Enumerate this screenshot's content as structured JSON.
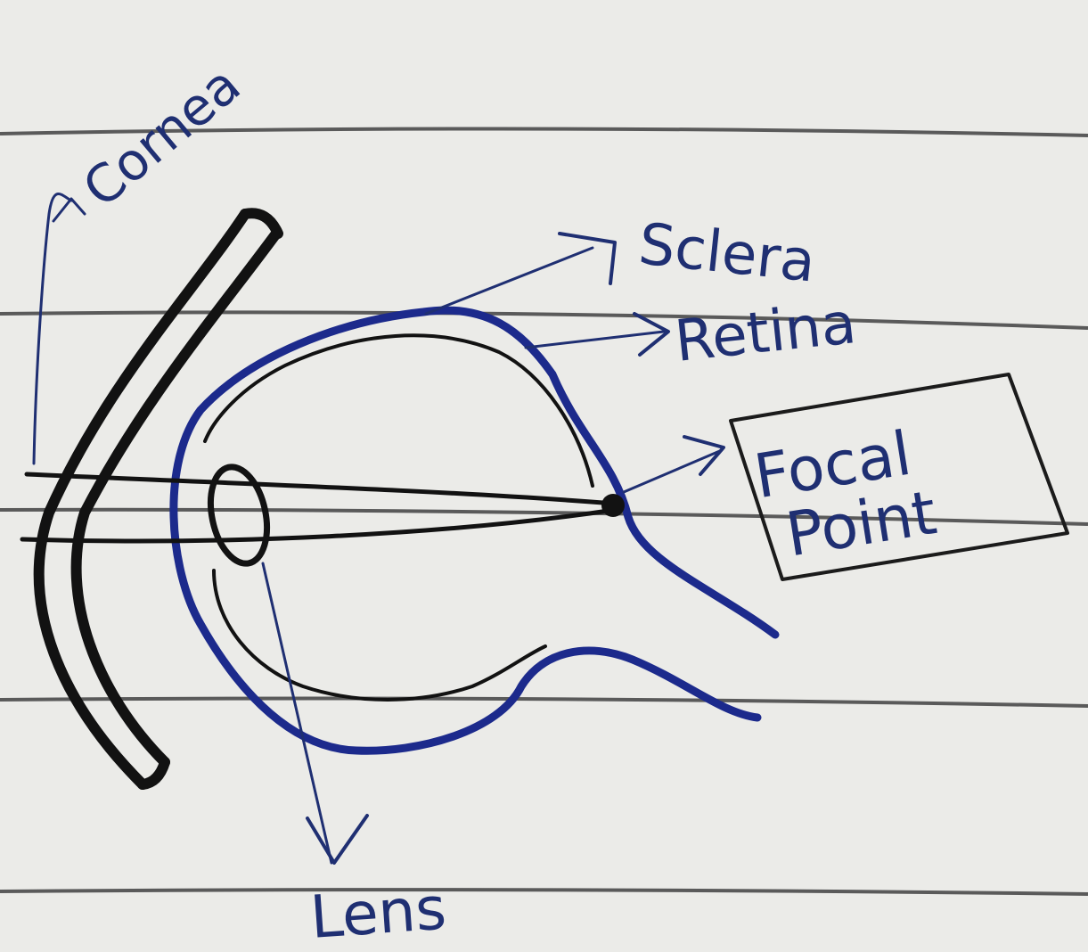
{
  "labels": {
    "cornea": "Cornea",
    "sclera": "Sclera",
    "retina": "Retina",
    "focal_point": "Focal Point",
    "lens": "Lens"
  },
  "colors": {
    "paper": "#ebebe8",
    "rule_line": "#5a5a5a",
    "blue_ink": "#1c2a8c",
    "dark_blue_ink": "#1f2f72",
    "black_ink": "#121212"
  }
}
